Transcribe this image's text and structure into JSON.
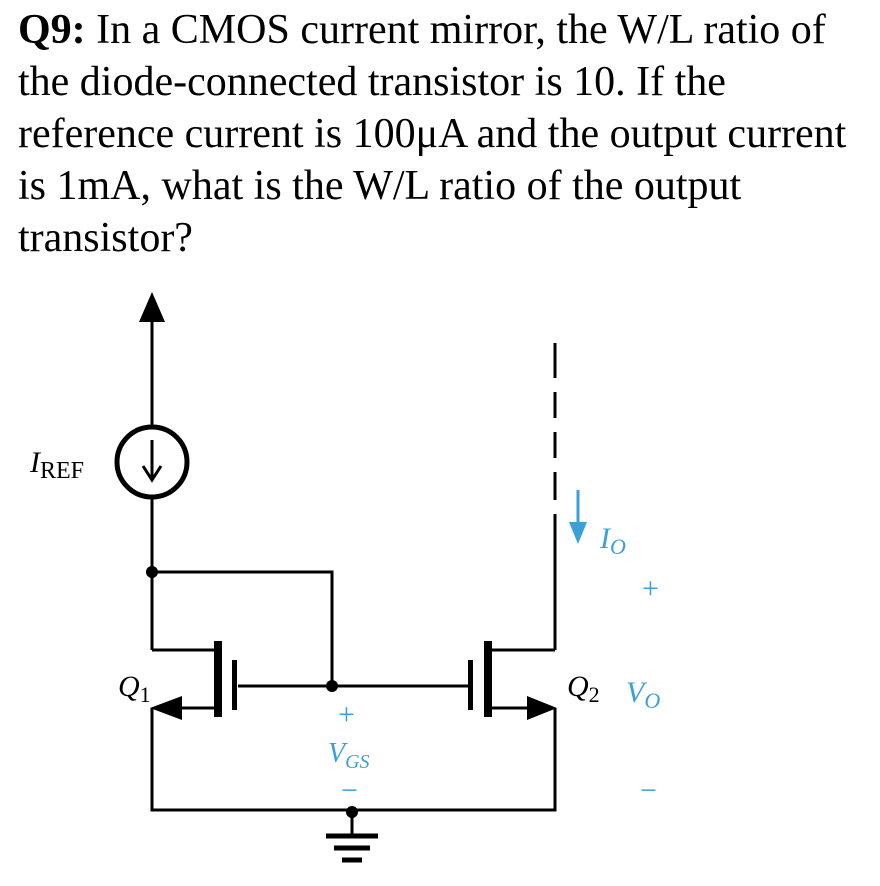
{
  "question": {
    "number": "Q9:",
    "text": "In a CMOS current mirror, the W/L ratio of the diode-connected transistor is 10. If the reference current is 100μA and the output current is 1mA, what is the W/L ratio of the output transistor?"
  },
  "figure": {
    "iref_main": "I",
    "iref_sub": "REF",
    "q1_main": "Q",
    "q1_sub": "1",
    "q2_main": "Q",
    "q2_sub": "2",
    "io_main": "I",
    "io_sub": "O",
    "vo_main": "V",
    "vo_sub": "O",
    "vgs_main": "V",
    "vgs_sub": "GS",
    "plus": "+",
    "minus": "−",
    "annotation_color": "#3aa0d8",
    "line_color": "#000000"
  }
}
